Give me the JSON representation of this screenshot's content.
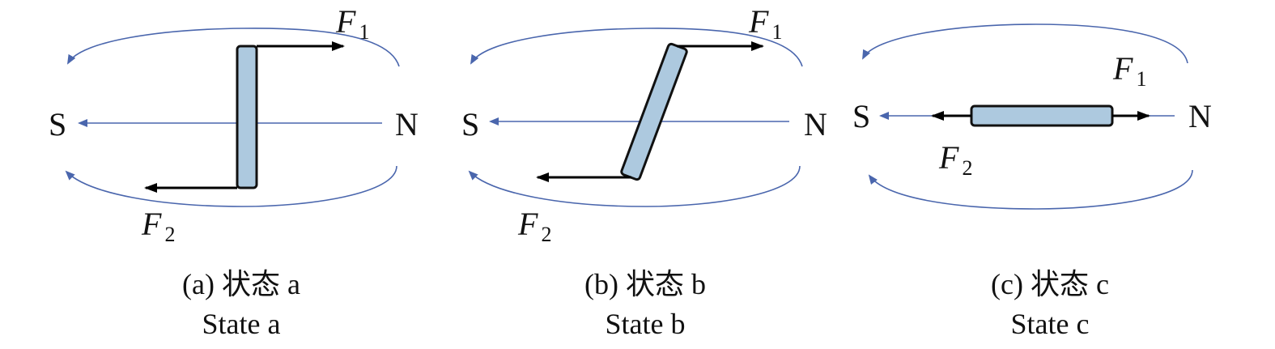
{
  "colors": {
    "field_line": "#4a66ad",
    "bar_fill": "#adc9df",
    "force": "#000000"
  },
  "panels": [
    {
      "south": "S",
      "north": "N",
      "f1": "F",
      "f1_sub": "1",
      "f2": "F",
      "f2_sub": "2",
      "caption_cn": "(a) 状态 a",
      "caption_en": "State a"
    },
    {
      "south": "S",
      "north": "N",
      "f1": "F",
      "f1_sub": "1",
      "f2": "F",
      "f2_sub": "2",
      "caption_cn": "(b) 状态 b",
      "caption_en": "State b"
    },
    {
      "south": "S",
      "north": "N",
      "f1": "F",
      "f1_sub": "1",
      "f2": "F",
      "f2_sub": "2",
      "caption_cn": "(c) 状态 c",
      "caption_en": "State c"
    }
  ]
}
